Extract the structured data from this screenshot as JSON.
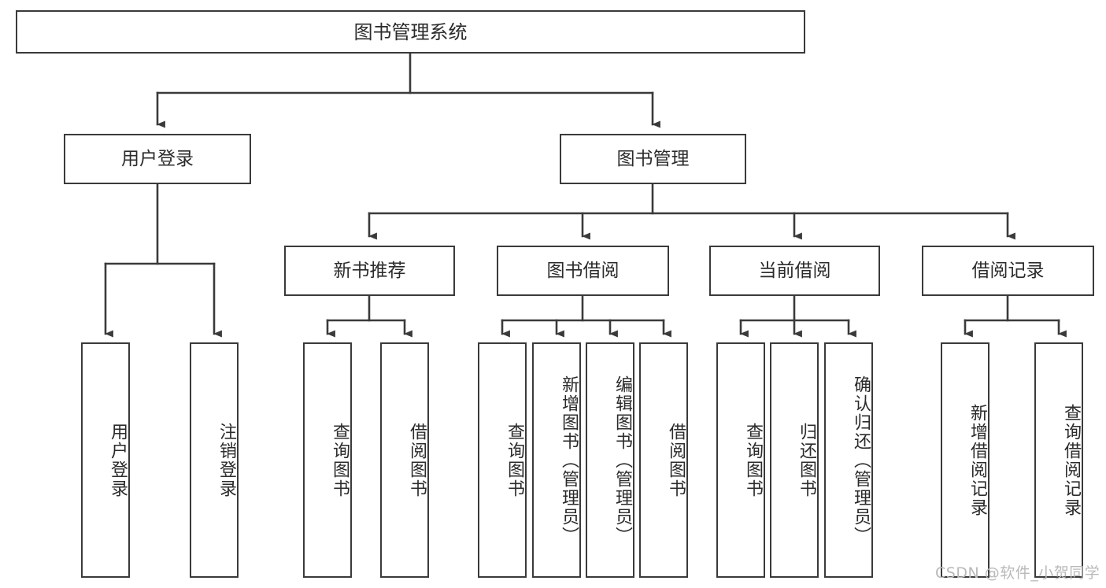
{
  "diagram": {
    "title": "图书管理系统",
    "type": "hierarchy-tree",
    "root": {
      "id": "root",
      "label": "图书管理系统"
    },
    "level2": [
      {
        "id": "user-login",
        "label": "用户登录"
      },
      {
        "id": "book-manage",
        "label": "图书管理"
      }
    ],
    "level3": [
      {
        "id": "new-book-recommend",
        "label": "新书推荐",
        "parent": "book-manage"
      },
      {
        "id": "book-borrow",
        "label": "图书借阅",
        "parent": "book-manage"
      },
      {
        "id": "current-borrow",
        "label": "当前借阅",
        "parent": "book-manage"
      },
      {
        "id": "borrow-record",
        "label": "借阅记录",
        "parent": "book-manage"
      }
    ],
    "leaves": [
      {
        "id": "leaf-user-login",
        "label": "用户登录",
        "parent": "user-login"
      },
      {
        "id": "leaf-logout-login",
        "label": "注销登录",
        "parent": "user-login"
      },
      {
        "id": "leaf-query-book-1",
        "label": "查询图书",
        "parent": "new-book-recommend"
      },
      {
        "id": "leaf-borrow-book-1",
        "label": "借阅图书",
        "parent": "new-book-recommend"
      },
      {
        "id": "leaf-query-book-2",
        "label": "查询图书",
        "parent": "book-borrow"
      },
      {
        "id": "leaf-add-book",
        "label": "新增图书（管理员）",
        "parent": "book-borrow"
      },
      {
        "id": "leaf-edit-book",
        "label": "编辑图书（管理员）",
        "parent": "book-borrow"
      },
      {
        "id": "leaf-borrow-book-2",
        "label": "借阅图书",
        "parent": "book-borrow"
      },
      {
        "id": "leaf-query-book-3",
        "label": "查询图书",
        "parent": "current-borrow"
      },
      {
        "id": "leaf-return-book",
        "label": "归还图书",
        "parent": "current-borrow"
      },
      {
        "id": "leaf-confirm-return",
        "label": "确认归还（管理员）",
        "parent": "current-borrow"
      },
      {
        "id": "leaf-add-record",
        "label": "新增借阅记录",
        "parent": "borrow-record"
      },
      {
        "id": "leaf-query-record",
        "label": "查询借阅记录",
        "parent": "borrow-record"
      }
    ],
    "colors": {
      "stroke": "#3a3a3a",
      "text": "#2b2b2b",
      "background": "#ffffff",
      "watermark": "#b9b9b9"
    }
  },
  "watermark": {
    "text": "CSDN @软件_小贺同学"
  }
}
